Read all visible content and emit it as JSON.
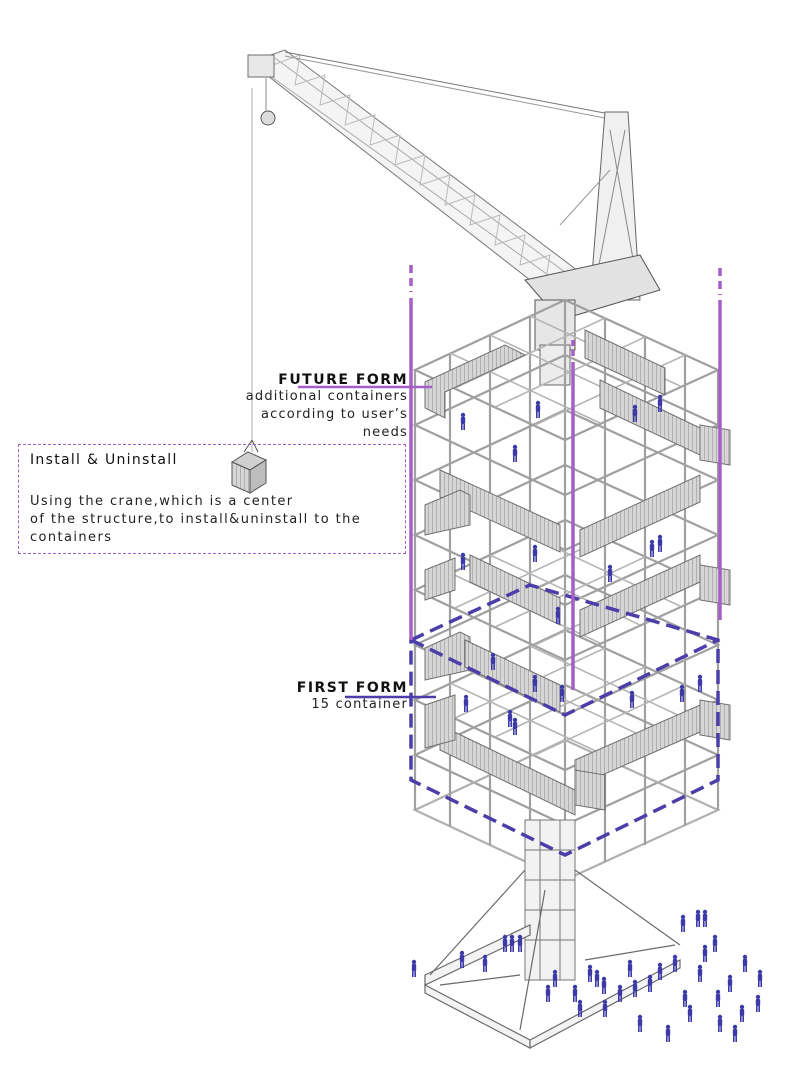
{
  "diagram": {
    "type": "axonometric-architectural-diagram",
    "subject": "modular container tower built around a central tower crane",
    "colors": {
      "future_form_line": "#a55fc6",
      "first_form_outline": "#4b3ea8",
      "people": "#3c3aa6",
      "structure": "#9e9e9e",
      "container": "#b8b8b8"
    }
  },
  "labels": {
    "future_form": {
      "title": "FUTURE FORM",
      "line1": "additional containers",
      "line2": "according to user’s needs"
    },
    "first_form": {
      "title": "FIRST FORM",
      "line1": "15 container"
    },
    "install": {
      "title": "Install & Uninstall",
      "body": "Using the crane,which is a center of the structure,to install&uninstall to the containers",
      "body_lines": [
        "Using the crane,which is a center",
        "of the structure,to install&uninstall to the",
        "containers"
      ]
    }
  }
}
